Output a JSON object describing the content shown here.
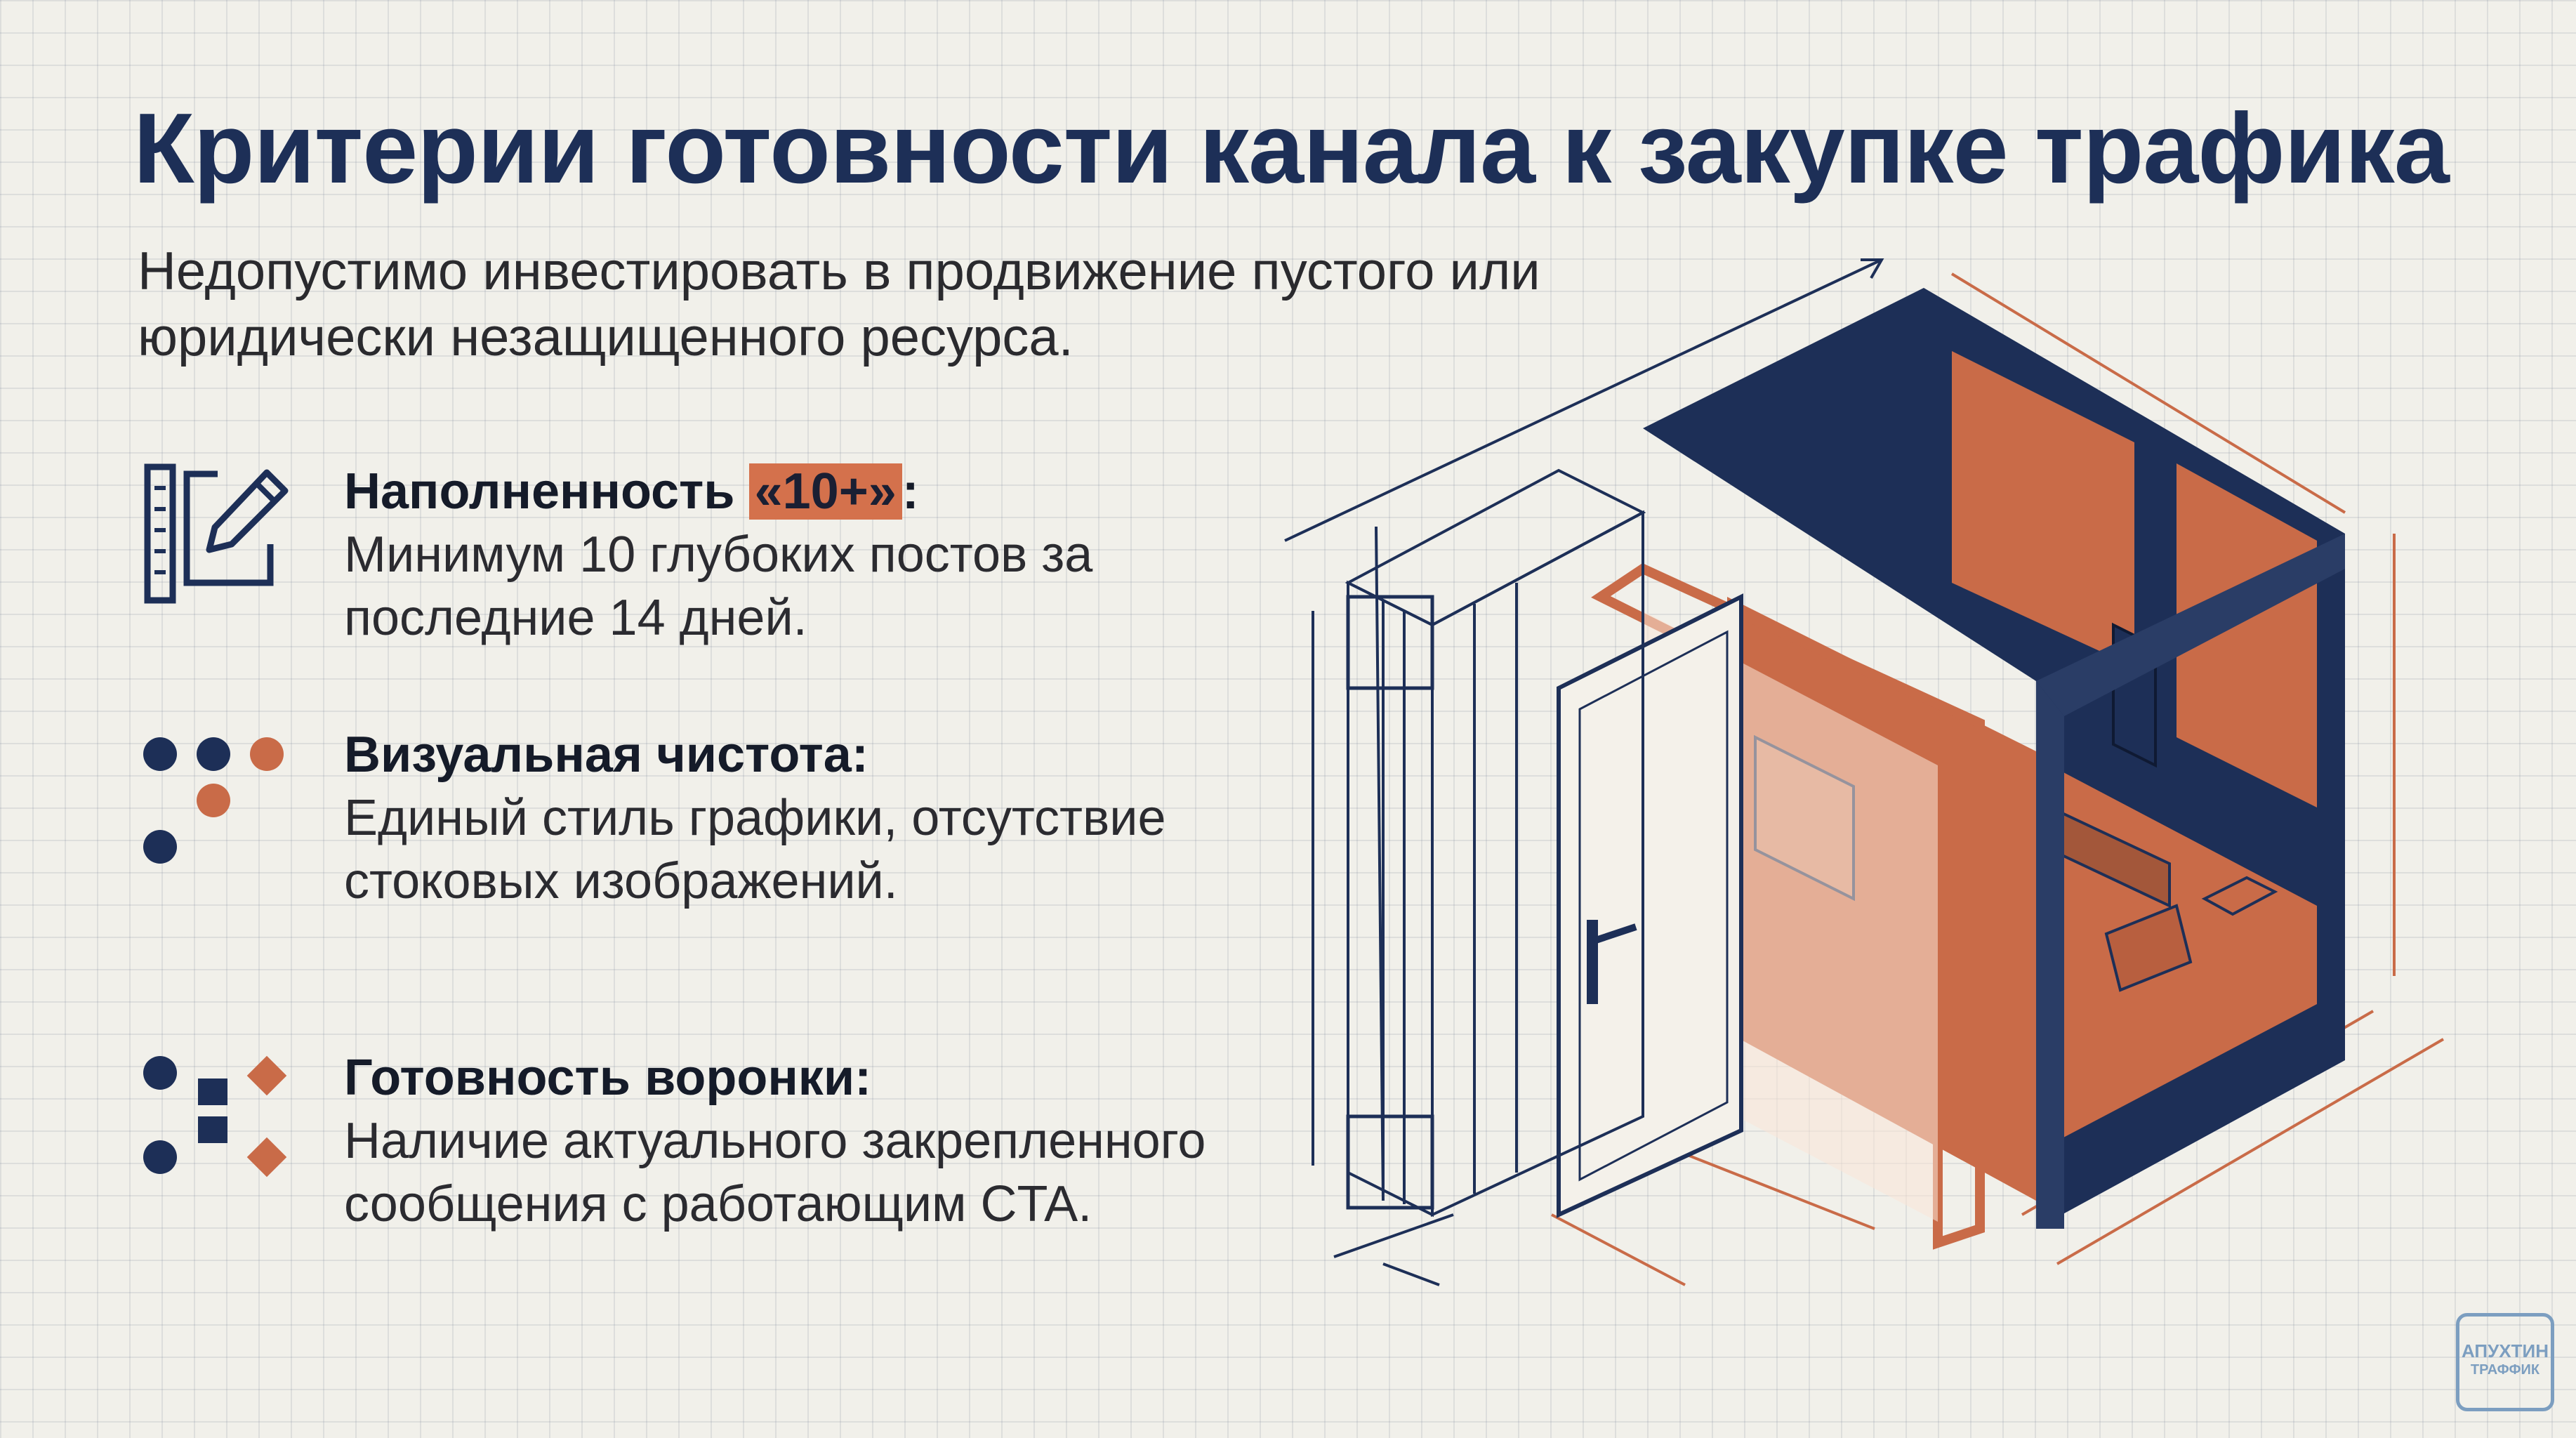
{
  "title": "Критерии готовности канала к закупке трафика",
  "subtitle": "Недопустимо инвестировать в продвижение пустого или юридически незащищенного ресурса.",
  "criteria": [
    {
      "icon": "ruler-pencil-icon",
      "heading_before": "Наполненность ",
      "heading_highlight": "«10+»",
      "heading_after": ":",
      "body": "Минимум 10 глубоких постов за последние 14 дней."
    },
    {
      "icon": "dots-pattern-icon",
      "heading": "Визуальная чистота:",
      "body": "Единый стиль графики, отсутствие стоковых изображений."
    },
    {
      "icon": "funnel-shapes-icon",
      "heading": "Готовность воронки:",
      "body": "Наличие актуального закрепленного сообщения с работающим CTA."
    }
  ],
  "logo": {
    "line1": "АПУХТИН",
    "line2": "ТРАФФИК"
  },
  "colors": {
    "navy": "#1d2f57",
    "accent_orange": "#c96b48",
    "background": "#f1f0ea"
  }
}
